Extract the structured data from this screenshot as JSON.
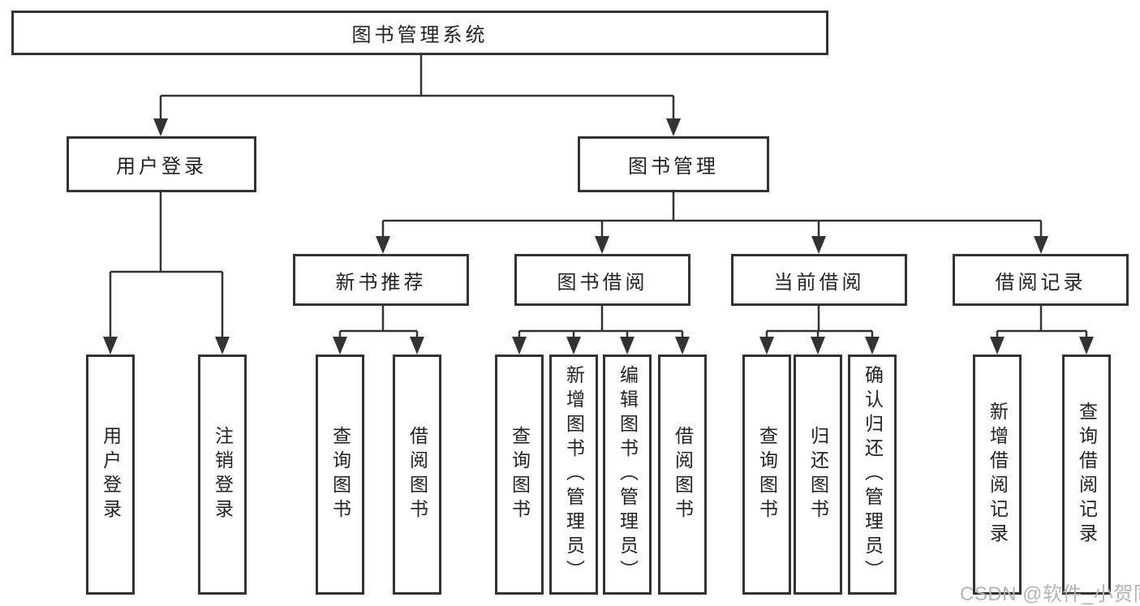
{
  "nodes": {
    "root": "图书管理系统",
    "user_login": "用户登录",
    "book_mgmt": "图书管理",
    "new_book_rec": "新书推荐",
    "book_borrow": "图书借阅",
    "current_borrow": "当前借阅",
    "borrow_record": "借阅记录",
    "leaf_user_login": "用户登录",
    "leaf_logout": "注销登录",
    "leaf_query_book_1": "查询图书",
    "leaf_borrow_book_1": "借阅图书",
    "leaf_query_book_2": "查询图书",
    "leaf_add_book": "新增图书（管理员）",
    "leaf_edit_book": "编辑图书（管理员）",
    "leaf_borrow_book_2": "借阅图书",
    "leaf_query_book_3": "查询图书",
    "leaf_return_book": "归还图书",
    "leaf_confirm_return": "确认归还（管理员）",
    "leaf_add_record": "新增借阅记录",
    "leaf_query_record": "查询借阅记录"
  },
  "hierarchy": {
    "图书管理系统": {
      "用户登录": [
        "用户登录",
        "注销登录"
      ],
      "图书管理": {
        "新书推荐": [
          "查询图书",
          "借阅图书"
        ],
        "图书借阅": [
          "查询图书",
          "新增图书（管理员）",
          "编辑图书（管理员）",
          "借阅图书"
        ],
        "当前借阅": [
          "查询图书",
          "归还图书",
          "确认归还（管理员）"
        ],
        "借阅记录": [
          "新增借阅记录",
          "查询借阅记录"
        ]
      }
    }
  },
  "watermark": "CSDN @软件_小贺同学",
  "colors": {
    "line": "#333333",
    "box_border": "#333333",
    "text": "#222222",
    "watermark": "#b3b3b3",
    "background": "#ffffff"
  }
}
